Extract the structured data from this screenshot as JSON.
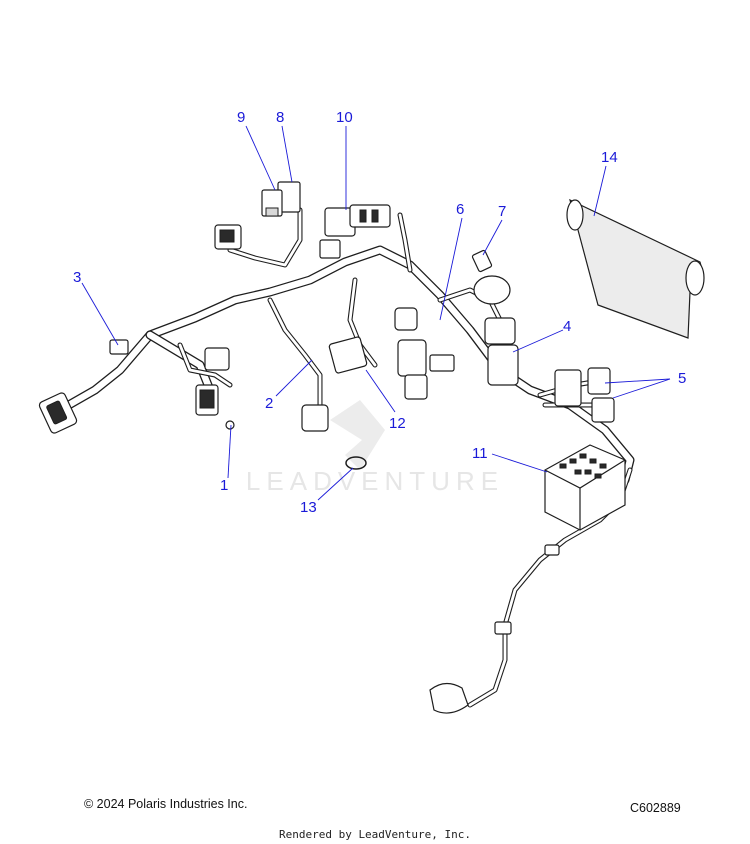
{
  "diagram": {
    "callouts": [
      "1",
      "2",
      "3",
      "4",
      "5",
      "6",
      "7",
      "8",
      "9",
      "10",
      "11",
      "12",
      "13",
      "14"
    ],
    "watermark": "LEADVENTURE"
  },
  "footer": {
    "copyright": "© 2024 Polaris Industries Inc.",
    "figure_code": "C602889",
    "rendered_by": "Rendered by LeadVenture, Inc."
  },
  "colors": {
    "callout": "#1a1ad8",
    "line": "#1e1e1e",
    "watermark": "#e6e6e6"
  }
}
